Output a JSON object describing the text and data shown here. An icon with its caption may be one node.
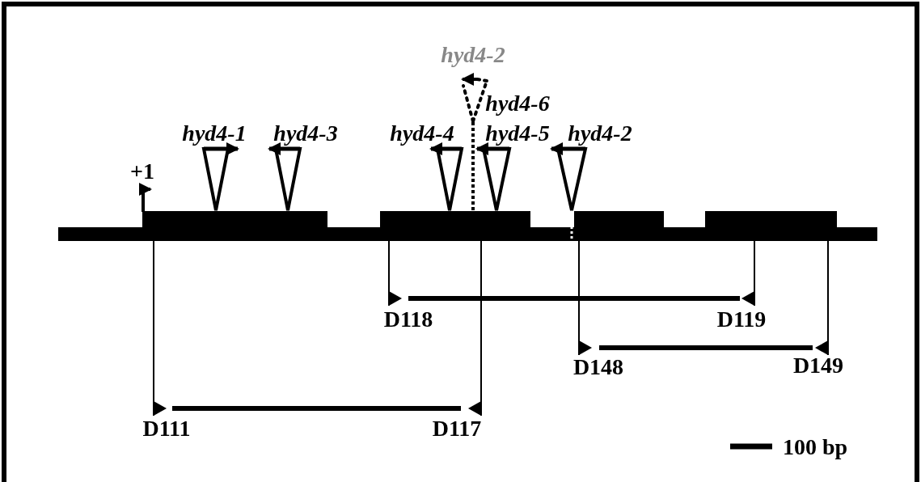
{
  "diagram": {
    "labels": [
      "hyd4-2",
      "hyd4-6",
      "hyd4-1",
      "hyd4-3",
      "hyd4-4",
      "hyd4-5",
      "hyd4-2",
      "+1",
      "D118",
      "D119",
      "D148",
      "D149",
      "D111",
      "D117",
      "100 bp"
    ]
  }
}
